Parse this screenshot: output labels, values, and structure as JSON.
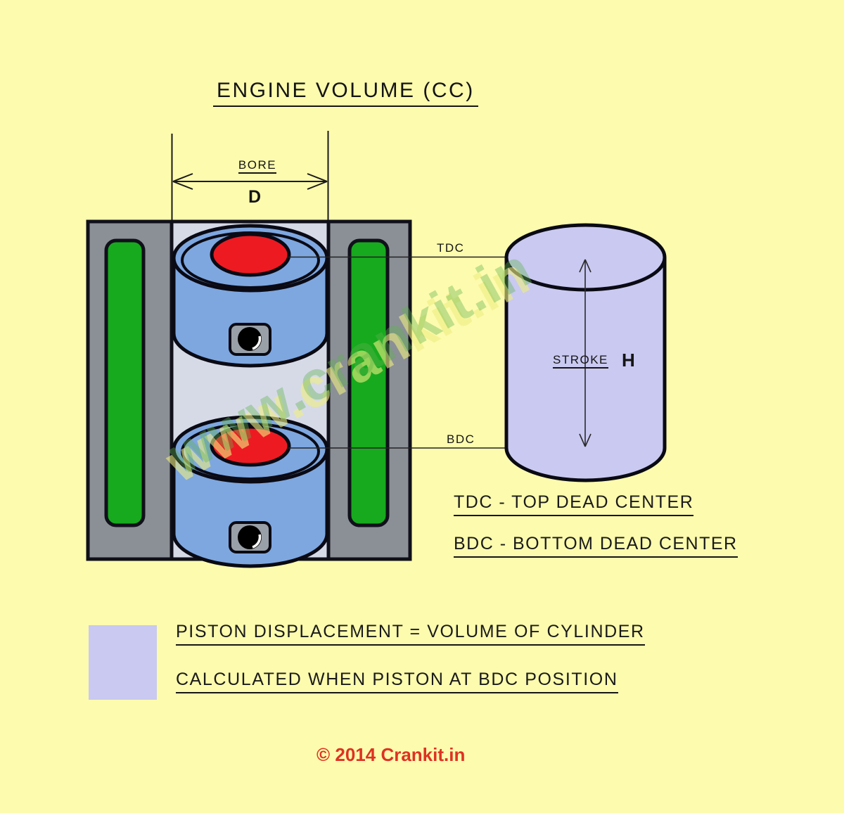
{
  "title": "ENGINE VOLUME (CC)",
  "engine_diagram": {
    "bore_label": "BORE",
    "bore_symbol": "D",
    "tdc_label": "TDC",
    "bdc_label": "BDC"
  },
  "cylinder_diagram": {
    "stroke_label": "STROKE",
    "stroke_symbol": "H"
  },
  "definitions": [
    "TDC - TOP DEAD CENTER",
    "BDC - BOTTOM DEAD CENTER"
  ],
  "legend": {
    "swatch_color": "#c9c9f1",
    "line1": "PISTON DISPLACEMENT = VOLUME OF CYLINDER",
    "line2": "CALCULATED WHEN PISTON AT BDC POSITION"
  },
  "watermark": "www.crankit.in",
  "footer": {
    "copyright": "© 2014 Crankit.in"
  },
  "colors": {
    "background": "#fdfbae",
    "engine_block_grey": "#8b9096",
    "coolant_green": "#17aa1e",
    "cylinder_bore": "#d6dae7",
    "piston_blue": "#7ea7e0",
    "combustion_red": "#ee1a22",
    "cylinder_lavender": "#c9c9f1",
    "pin_grey": "#9aa0a8",
    "copyright_red": "#de3222",
    "outline": "#10101a"
  }
}
